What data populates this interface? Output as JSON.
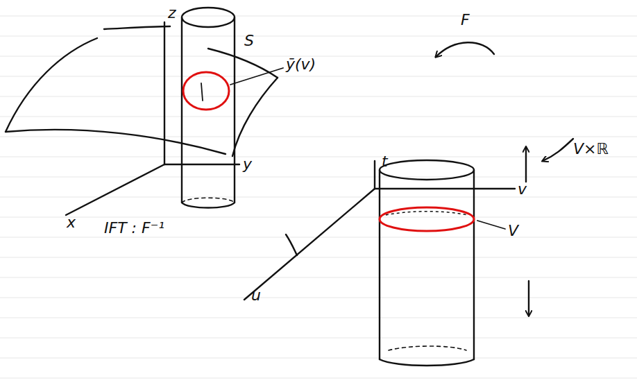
{
  "diagram": {
    "labels": [
      "z",
      "S",
      "ȳ(v)",
      "F",
      "t",
      "V×ℝ",
      "y",
      "x",
      "IFT : F⁻¹",
      "v",
      "u",
      "V"
    ]
  }
}
